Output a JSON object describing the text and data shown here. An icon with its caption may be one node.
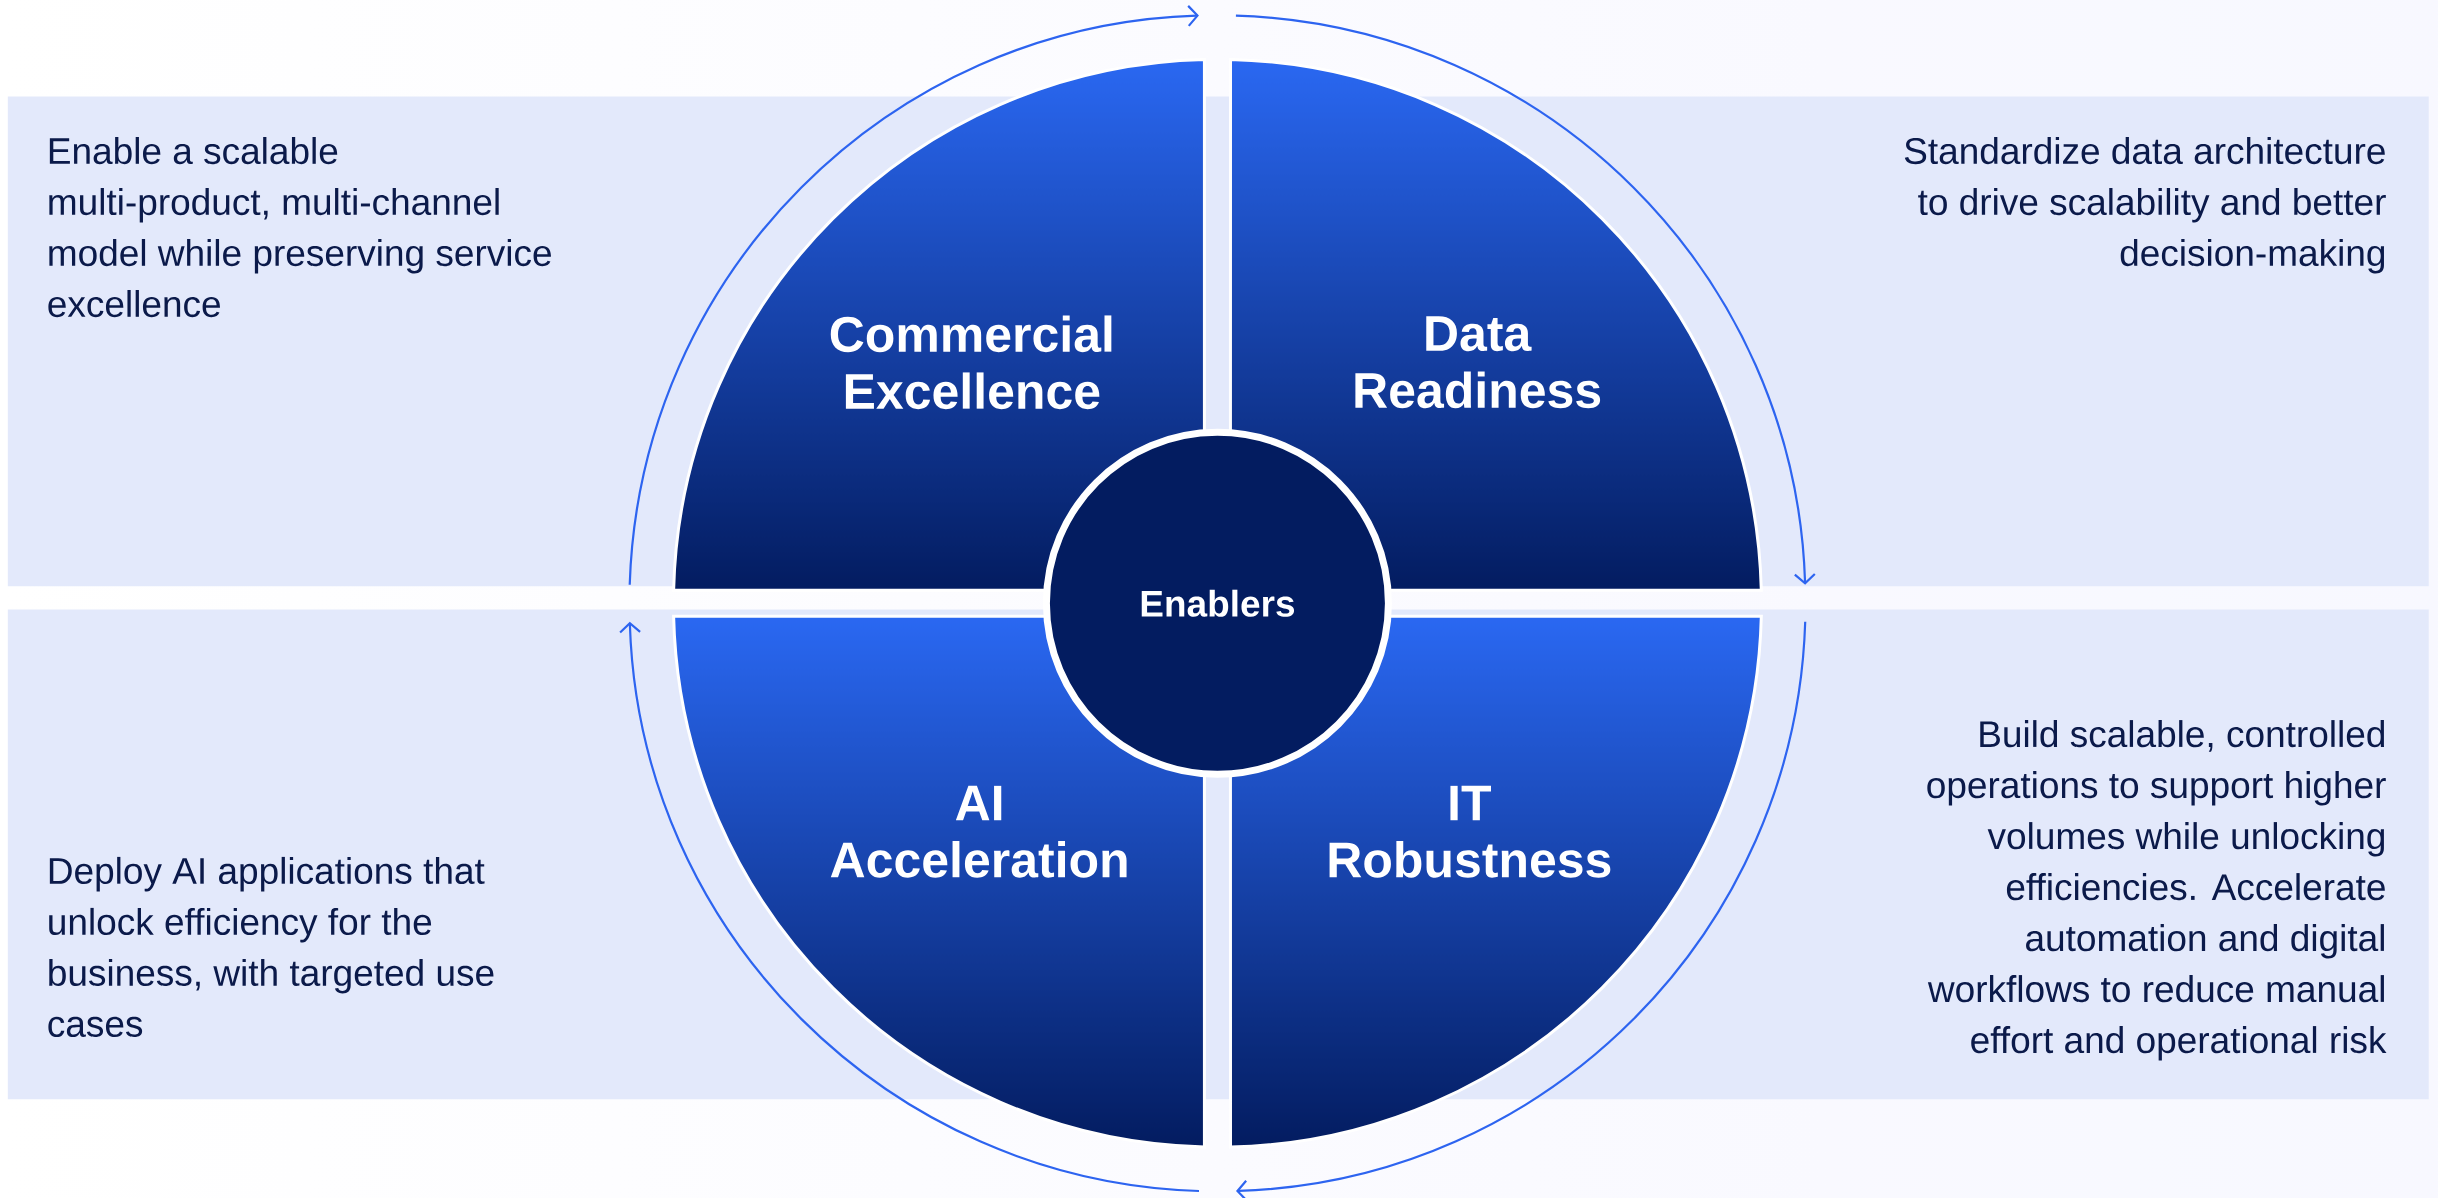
{
  "diagram": {
    "nodes": [
      {
        "text": [
          "Commercial Excellence"
        ]
      },
      {
        "text": [
          "Data Readiness"
        ]
      },
      {
        "text": [
          "AI Acceleration"
        ]
      },
      {
        "text": [
          "IT Robustness"
        ]
      },
      {
        "text": [
          "Enablers"
        ]
      }
    ],
    "labels": [
      "Enable a scalable multi-product, multi-channel model while preserving service excellence",
      "Standardize data architecture to drive scalability and better decision-making",
      "Deploy AI applications that unlock efficiency for the business, with targeted use cases",
      "Build scalable, controlled operations to support higher volumes while unlocking efficiencies.  Accelerate automation and digital workflows to reduce manual effort and operational risk"
    ]
  }
}
